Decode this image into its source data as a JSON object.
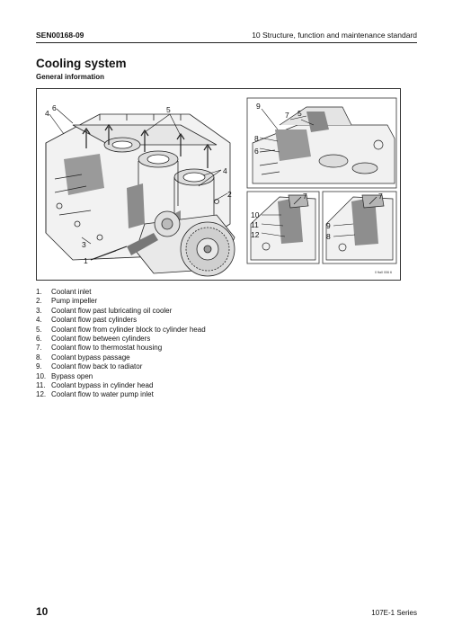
{
  "header": {
    "doc_code": "SEN00168-09",
    "section": "10 Structure, function and maintenance standard"
  },
  "title": "Cooling system",
  "subtitle": "General information",
  "figure": {
    "code": "0 fta0 006 6",
    "main_callouts": [
      "4",
      "6",
      "5",
      "4",
      "2",
      "3",
      "1"
    ],
    "top_inset_callouts": [
      "9",
      "7",
      "5",
      "8",
      "6"
    ],
    "bottom_left_callouts": [
      "7",
      "10",
      "11",
      "12"
    ],
    "bottom_right_callouts": [
      "7",
      "9",
      "8"
    ]
  },
  "legend": [
    {
      "num": "1.",
      "text": "Coolant inlet"
    },
    {
      "num": "2.",
      "text": "Pump impeller"
    },
    {
      "num": "3.",
      "text": "Coolant flow past lubricating oil cooler"
    },
    {
      "num": "4.",
      "text": "Coolant flow past cylinders"
    },
    {
      "num": "5.",
      "text": "Coolant flow from cylinder block to cylinder head"
    },
    {
      "num": "6.",
      "text": "Coolant flow between cylinders"
    },
    {
      "num": "7.",
      "text": "Coolant flow to thermostat housing"
    },
    {
      "num": "8.",
      "text": "Coolant bypass passage"
    },
    {
      "num": "9.",
      "text": "Coolant flow back to radiator"
    },
    {
      "num": "10.",
      "text": "Bypass open"
    },
    {
      "num": "11.",
      "text": "Coolant bypass in cylinder head"
    },
    {
      "num": "12.",
      "text": "Coolant flow to water pump inlet"
    }
  ],
  "footer": {
    "page_number": "10",
    "series": "107E-1 Series"
  }
}
